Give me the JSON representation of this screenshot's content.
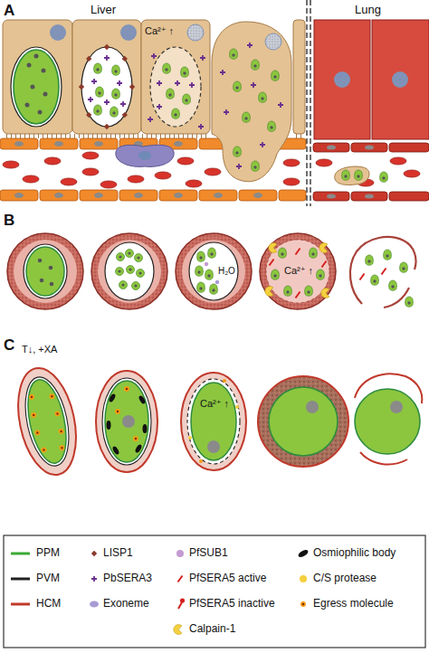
{
  "diagram": {
    "labels": [
      "A",
      "Liver",
      "Lung",
      "Ca²⁺ ↑",
      "B",
      "H₂O",
      "Ca²⁺ ↑",
      "C",
      "T↓, +XA",
      "Ca²⁺ ↑"
    ],
    "legend": [
      {
        "text": "PPM"
      },
      {
        "text": "LISP1"
      },
      {
        "text": "PfSUB1"
      },
      {
        "text": "Osmiophilic body"
      },
      {
        "text": "PVM"
      },
      {
        "text": "PbSERA3"
      },
      {
        "text": "PfSERA5 active"
      },
      {
        "text": "C/S protease"
      },
      {
        "text": "HCM"
      },
      {
        "text": "Exoneme"
      },
      {
        "text": "PfSERA5 inactive"
      },
      {
        "text": "Egress molecule"
      },
      {
        "text": "Calpain-1"
      }
    ]
  }
}
